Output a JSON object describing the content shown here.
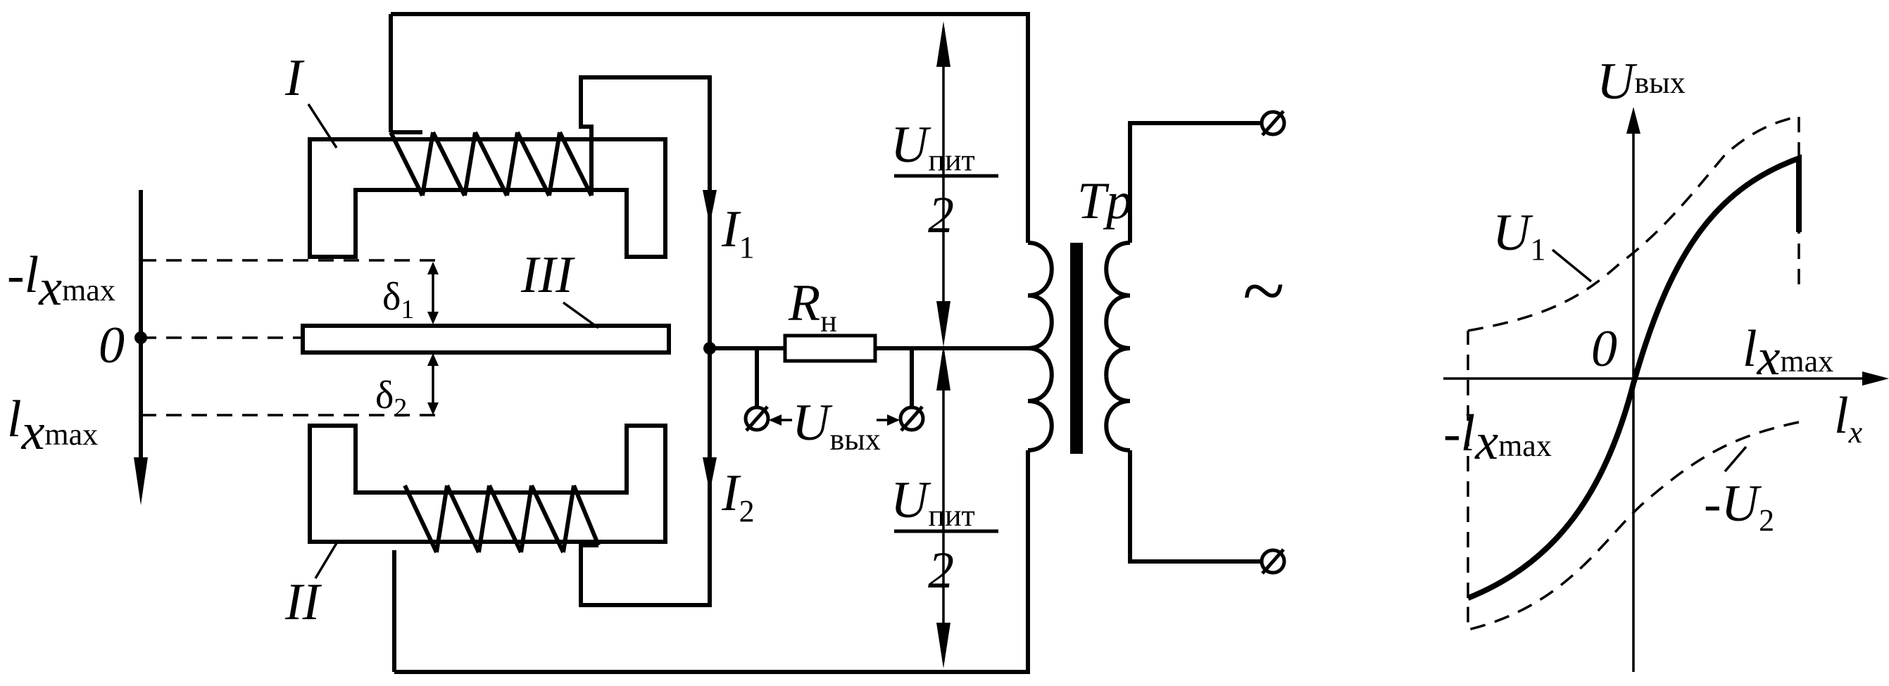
{
  "labels": {
    "core_upper": "I",
    "core_lower": "II",
    "armature": "III",
    "neg_lxmax_prefix": "-",
    "l": "l",
    "x": "x",
    "max": "max",
    "zero": "0",
    "delta": "δ",
    "delta1_sub": "1",
    "delta2_sub": "2",
    "current_I": "I",
    "current1_sub": "1",
    "current2_sub": "2",
    "resistor_R": "R",
    "resistor_sub": "н",
    "U": "U",
    "out_sub": "вых",
    "supply_sub": "пит",
    "half_denominator": "2",
    "transformer": "Tp",
    "ac_symbol": "~"
  },
  "graph": {
    "y_axis_letter": "U",
    "y_axis_sub": "вых",
    "x_axis_letter": "l",
    "x_axis_sub": "x",
    "origin": "0",
    "pos_limit_letter": "l",
    "pos_limit_sub1": "x",
    "pos_limit_sub2": "max",
    "neg_limit_prefix": "-",
    "neg_limit_letter": "l",
    "neg_limit_sub1": "x",
    "neg_limit_sub2": "max",
    "curve1_letter": "U",
    "curve1_sub": "1",
    "curve2_prefix": "-",
    "curve2_letter": "U",
    "curve2_sub": "2"
  }
}
